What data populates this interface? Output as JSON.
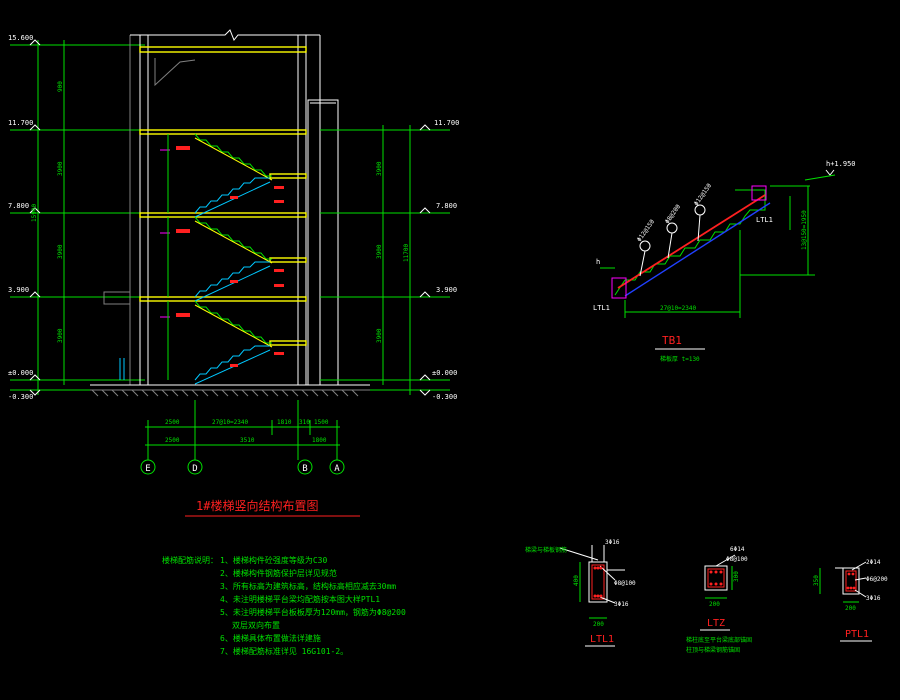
{
  "elevations": {
    "left": [
      "15.600",
      "11.700",
      "7.800",
      "3.900",
      "±0.000",
      "-0.300"
    ],
    "right": [
      "11.700",
      "7.800",
      "3.900",
      "±0.000",
      "-0.300"
    ]
  },
  "dims": {
    "left_outer": [
      "900",
      "3900",
      "3900",
      "3900"
    ],
    "left_total": "15900",
    "right_outer": [
      "3900",
      "3900",
      "3900"
    ],
    "right_total": "11700",
    "bottom_row1": [
      "2500",
      "27@10=2340",
      "1810",
      "310",
      "1500"
    ],
    "bottom_row2": [
      "2500",
      "3510",
      "1800"
    ]
  },
  "axes": [
    "E",
    "D",
    "B",
    "A"
  ],
  "main_title": "1#楼梯竖向结构布置图",
  "tb1": {
    "title": "TB1",
    "subtitle": "梯板厚 t=130",
    "level": "h+1.950",
    "h": "h",
    "ltl_left": "LTL1",
    "ltl_right": "LTL1",
    "run_dim": "27@10=2340",
    "rise_dim": "13@150=1950",
    "rebar_1": "Φ12@150",
    "rebar_2": "Φ8@200",
    "rebar_3": "Φ12@150"
  },
  "notes": {
    "heading": "楼梯配筋说明：",
    "items": [
      "1、楼梯构件砼强度等级为C30",
      "2、楼梯构件钢筋保护层详见规范",
      "3、所有标高为建筑标高，结构标高相应减去30mm",
      "4、未注明楼梯平台梁均配筋按本图大样PTL1",
      "5、未注明楼梯平台板板厚为120mm，钢筋为Φ8@200",
      "双层双向布置",
      "6、楼梯具体布置做法详建施",
      "7、楼梯配筋标准详见 16G101-2。"
    ]
  },
  "details": {
    "ltl1": {
      "title": "LTL1",
      "label_top": "梯梁与梯板钢筋",
      "top_bar": "3Φ16",
      "stirrup": "Φ8@100",
      "bottom_bar": "3Φ16",
      "width": "200",
      "height": "400"
    },
    "ltz": {
      "title": "LTZ",
      "top_bar": "6Φ14",
      "stirrup": "Φ8@100",
      "width": "200",
      "height": "300",
      "note1": "梯柱底至平台梁底部锚固",
      "note2": "柱顶与梯梁钢筋锚固"
    },
    "ptl1": {
      "title": "PTL1",
      "top_bar": "2Φ14",
      "stirrup": "Φ6@200",
      "bottom_bar": "3Φ16",
      "width": "200",
      "height": "350"
    }
  },
  "colors": {
    "bg": "#000000",
    "green": "#00e000",
    "white": "#ffffff",
    "red": "#ff2020",
    "cyan": "#00c8ff",
    "yellow": "#ffff00",
    "magenta": "#ff00ff",
    "blue": "#2040ff",
    "grey": "#808080"
  }
}
